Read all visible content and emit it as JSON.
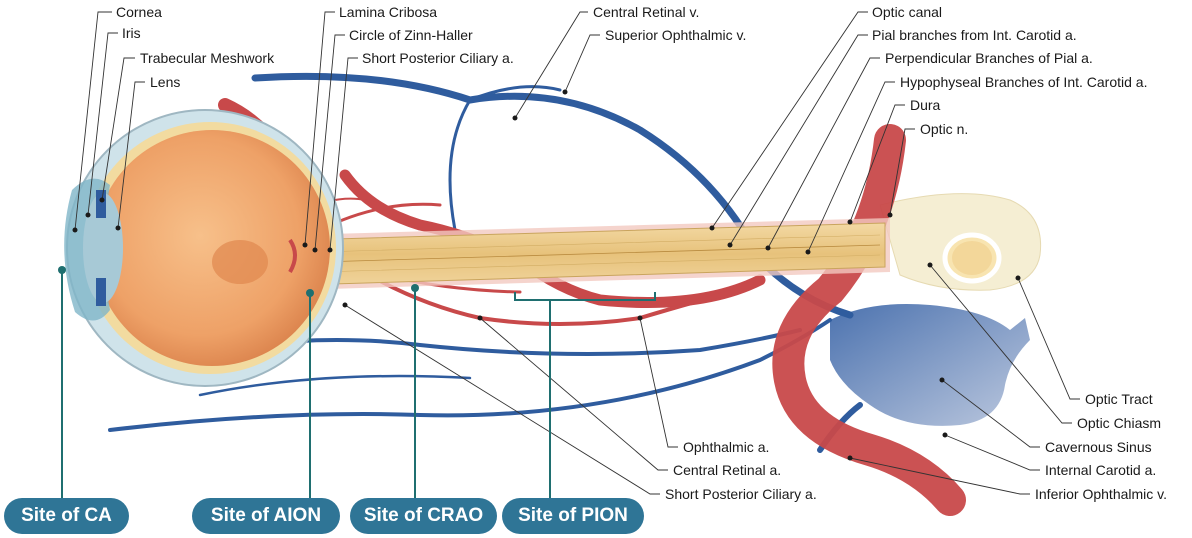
{
  "labels_top": {
    "cornea": "Cornea",
    "iris": "Iris",
    "trabecular": "Trabecular Meshwork",
    "lens": "Lens",
    "lamina": "Lamina Cribosa",
    "zinn": "Circle of Zinn-Haller",
    "short_post_top": "Short Posterior Ciliary a.",
    "central_retinal_v": "Central Retinal v.",
    "superior_ophth_v": "Superior Ophthalmic v.",
    "optic_canal": "Optic canal",
    "pial_branches": "Pial branches from Int. Carotid a.",
    "perpendicular": "Perpendicular Branches of Pial a.",
    "hypophyseal": "Hypophyseal Branches of Int. Carotid a.",
    "dura": "Dura",
    "optic_n": "Optic n."
  },
  "labels_bottom": {
    "ophthalmic_a": "Ophthalmic a.",
    "central_retinal_a": "Central Retinal a.",
    "short_post_bottom": "Short Posterior Ciliary a.",
    "optic_tract": "Optic Tract",
    "optic_chiasm": "Optic Chiasm",
    "cavernous_sinus": "Cavernous Sinus",
    "internal_carotid": "Internal Carotid a.",
    "inferior_ophth_v": "Inferior Ophthalmic v."
  },
  "sites": {
    "ca": "Site of CA",
    "aion": "Site of AION",
    "crao": "Site of CRAO",
    "pion": "Site of PION"
  },
  "colors": {
    "artery": "#c8494a",
    "vein": "#2f5c9e",
    "eye": "#eea167",
    "nerve": "#ecca84",
    "site_button": "#2f7596",
    "site_line": "#1f6f70"
  }
}
